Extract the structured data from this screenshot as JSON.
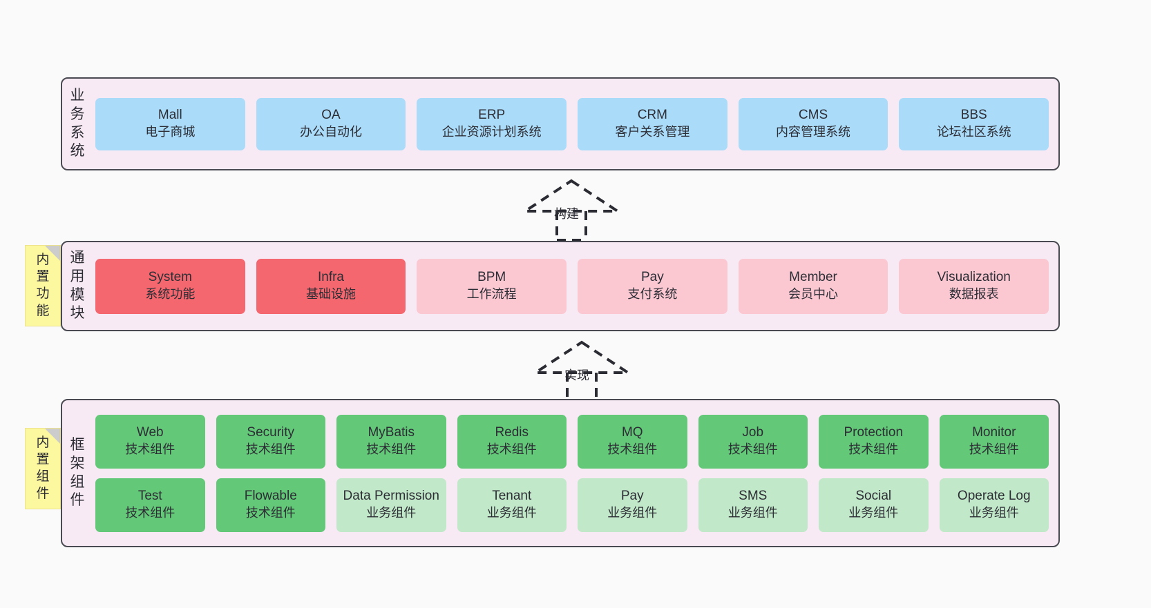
{
  "diagram": {
    "background_color": "#fafafa",
    "layer_border_color": "#4a4a52",
    "layer_background_color": "#f7eaf4"
  },
  "layers": [
    {
      "key": "business",
      "title": "业务系统",
      "title_chars": [
        "业",
        "务",
        "系",
        "统"
      ],
      "card_color": "#aadcfa",
      "cards": [
        {
          "name": "Mall",
          "sub": "电子商城"
        },
        {
          "name": "OA",
          "sub": "办公自动化"
        },
        {
          "name": "ERP",
          "sub": "企业资源计划系统"
        },
        {
          "name": "CRM",
          "sub": "客户关系管理"
        },
        {
          "name": "CMS",
          "sub": "内容管理系统"
        },
        {
          "name": "BBS",
          "sub": "论坛社区系统"
        }
      ]
    },
    {
      "key": "modules",
      "title": "通用模块",
      "title_chars": [
        "通",
        "用",
        "模",
        "块"
      ],
      "note": {
        "text": "内置功能",
        "chars": [
          "内",
          "置",
          "功",
          "能"
        ],
        "color": "#fcf8a0"
      },
      "cards": [
        {
          "name": "System",
          "sub": "系统功能",
          "color": "#f4676e"
        },
        {
          "name": "Infra",
          "sub": "基础设施",
          "color": "#f4676e"
        },
        {
          "name": "BPM",
          "sub": "工作流程",
          "color": "#fbc8d2"
        },
        {
          "name": "Pay",
          "sub": "支付系统",
          "color": "#fbc8d2"
        },
        {
          "name": "Member",
          "sub": "会员中心",
          "color": "#fbc8d2"
        },
        {
          "name": "Visualization",
          "sub": "数据报表",
          "color": "#fbc8d2"
        }
      ]
    },
    {
      "key": "framework",
      "title": "框架组件",
      "title_chars": [
        "框",
        "架",
        "组",
        "件"
      ],
      "note": {
        "text": "内置组件",
        "chars": [
          "内",
          "置",
          "组",
          "件"
        ],
        "color": "#fcf8a0"
      },
      "rows": [
        [
          {
            "name": "Web",
            "sub": "技术组件",
            "color": "#63c878"
          },
          {
            "name": "Security",
            "sub": "技术组件",
            "color": "#63c878"
          },
          {
            "name": "MyBatis",
            "sub": "技术组件",
            "color": "#63c878"
          },
          {
            "name": "Redis",
            "sub": "技术组件",
            "color": "#63c878"
          },
          {
            "name": "MQ",
            "sub": "技术组件",
            "color": "#63c878"
          },
          {
            "name": "Job",
            "sub": "技术组件",
            "color": "#63c878"
          },
          {
            "name": "Protection",
            "sub": "技术组件",
            "color": "#63c878"
          },
          {
            "name": "Monitor",
            "sub": "技术组件",
            "color": "#63c878"
          }
        ],
        [
          {
            "name": "Test",
            "sub": "技术组件",
            "color": "#63c878"
          },
          {
            "name": "Flowable",
            "sub": "技术组件",
            "color": "#63c878"
          },
          {
            "name": "Data Permission",
            "sub": "业务组件",
            "color": "#c1e8c8"
          },
          {
            "name": "Tenant",
            "sub": "业务组件",
            "color": "#c1e8c8"
          },
          {
            "name": "Pay",
            "sub": "业务组件",
            "color": "#c1e8c8"
          },
          {
            "name": "SMS",
            "sub": "业务组件",
            "color": "#c1e8c8"
          },
          {
            "name": "Social",
            "sub": "业务组件",
            "color": "#c1e8c8"
          },
          {
            "name": "Operate Log",
            "sub": "业务组件",
            "color": "#c1e8c8"
          }
        ]
      ]
    }
  ],
  "connectors": [
    {
      "key": "build",
      "label": "构建",
      "from": "modules",
      "to": "business",
      "style": "dashed-hollow-triangle"
    },
    {
      "key": "implement",
      "label": "实现",
      "from": "framework",
      "to": "modules",
      "style": "dashed-hollow-triangle"
    }
  ]
}
